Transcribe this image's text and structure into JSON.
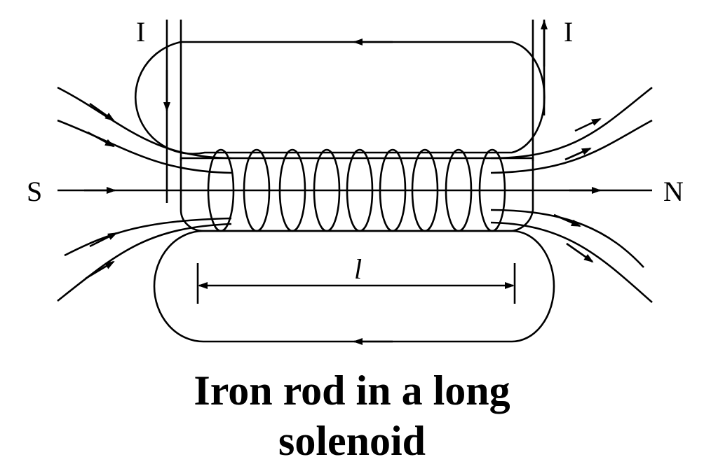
{
  "labels": {
    "current_in": "I",
    "current_out": "I",
    "south_pole": "S",
    "north_pole": "N",
    "length": "l"
  },
  "caption": {
    "line1": "Iron rod in a long",
    "line2": "solenoid"
  }
}
